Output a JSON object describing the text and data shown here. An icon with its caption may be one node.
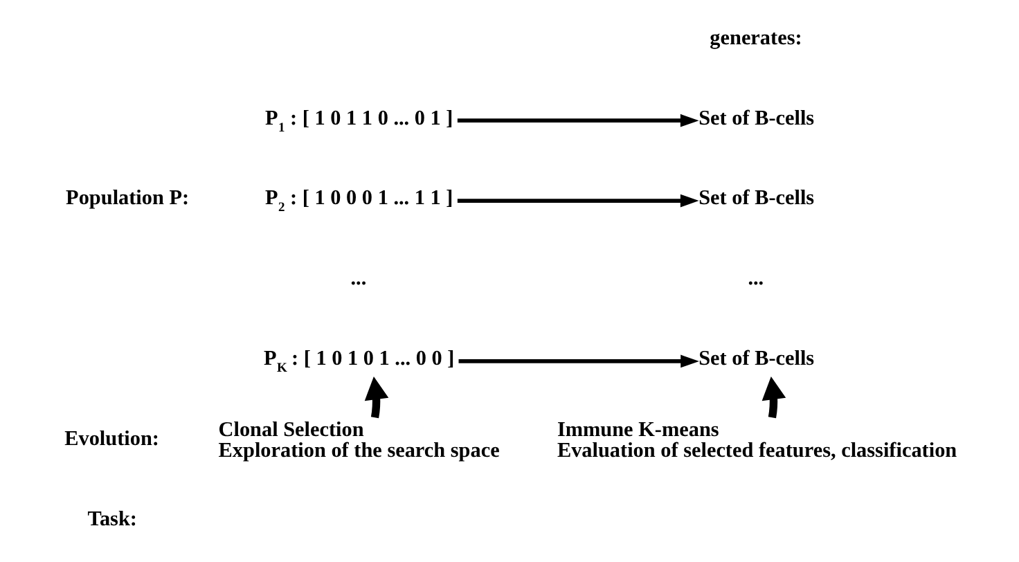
{
  "diagram": {
    "nodes": [
      {
        "text": [
          "P$_{1}$ : [ 1 0 1 1 0 ... 0 1 ]"
        ]
      },
      {
        "text": [
          "P$_{2}$ : [ 1 0 0 0 1 ... 1 1 ]"
        ]
      },
      {
        "text": [
          "P$_{K}$ : [ 1 0 1 0 1 ... 0 0 ]"
        ]
      },
      {
        "text": [
          "Set of B-cells"
        ]
      },
      {
        "text": [
          "Set of B-cells"
        ]
      },
      {
        "text": [
          "Set of B-cells"
        ]
      },
      {
        "text": [
          "Clonal Selection",
          "Exploration of the search space"
        ]
      },
      {
        "text": [
          "Immune K-means",
          "Evaluation of selected features, classification"
        ]
      }
    ],
    "edges": [
      {
        "from": 0,
        "to": 3,
        "arrow": "to"
      },
      {
        "from": 1,
        "to": 4,
        "arrow": "to"
      },
      {
        "from": 2,
        "to": 5,
        "arrow": "to"
      },
      {
        "from": 6,
        "to": 2,
        "arrow": "to",
        "style": "thick"
      },
      {
        "from": 7,
        "to": 5,
        "arrow": "to",
        "style": "thick"
      }
    ],
    "labels": [
      "generates:",
      "Population P:",
      "...",
      "...",
      "Evolution:",
      "Task:"
    ]
  }
}
